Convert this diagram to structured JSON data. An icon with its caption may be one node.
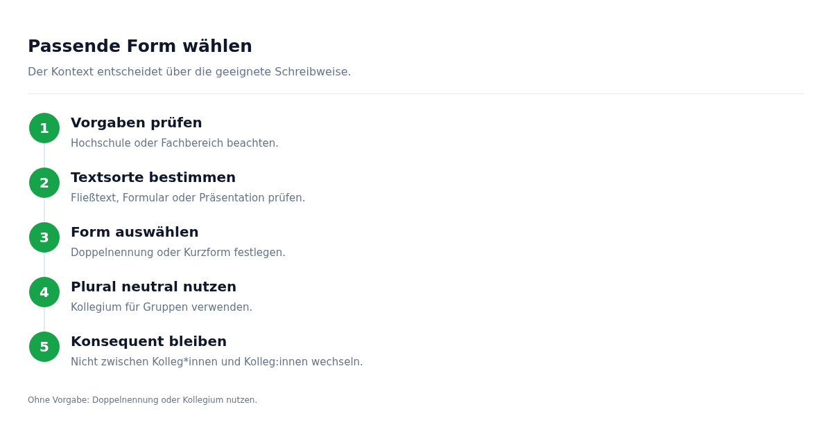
{
  "diagram": {
    "title": "Passende Form wählen",
    "labels": [
      "Der Kontext entscheidet über die geeignete Schreibweise."
    ],
    "nodes": [
      {
        "text": [
          "1"
        ],
        "beside": [
          "Vorgaben prüfen",
          "Hochschule oder Fachbereich beachten."
        ]
      },
      {
        "text": [
          "2"
        ],
        "beside": [
          "Textsorte bestimmen",
          "Fließtext, Formular oder Präsentation prüfen."
        ]
      },
      {
        "text": [
          "3"
        ],
        "beside": [
          "Form auswählen",
          "Doppelnennung oder Kurzform festlegen."
        ]
      },
      {
        "text": [
          "4"
        ],
        "beside": [
          "Plural neutral nutzen",
          "Kollegium für Gruppen verwenden."
        ]
      },
      {
        "text": [
          "5"
        ],
        "beside": [
          "Konsequent bleiben",
          "Nicht zwischen Kolleg*innen und Kolleg:innen wechseln."
        ]
      }
    ],
    "edges": [
      {
        "from": 0,
        "to": 1,
        "arrow": "none"
      },
      {
        "from": 1,
        "to": 2,
        "arrow": "none"
      },
      {
        "from": 2,
        "to": 3,
        "arrow": "none"
      },
      {
        "from": 3,
        "to": 4,
        "arrow": "none"
      }
    ],
    "caption": "Ohne Vorgabe: Doppelnennung oder Kollegium nutzen."
  }
}
